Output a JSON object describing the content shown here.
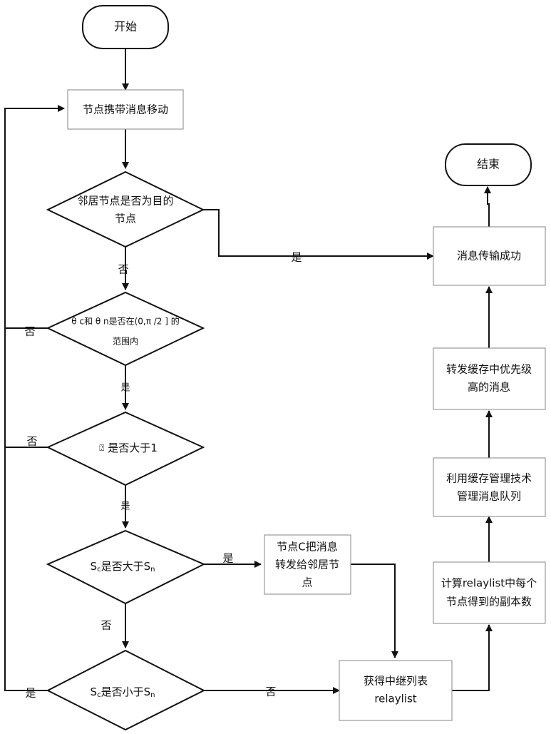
{
  "nodes": {
    "start": "开始",
    "move": "节点携带消息移动",
    "dest_l1": "邻居节点是否为目的",
    "dest_l2": "节点",
    "theta_l1": "θ c和 θ n是否在(0,π /2 ] 的",
    "theta_l2": "范围内",
    "ratio_glyph": "⍰",
    "ratio_text": " 是否大于1",
    "sc_greater": "是否大于",
    "forward_l1": "节点C把消息",
    "forward_l2": "转发给邻居节",
    "forward_l3": "点",
    "sc_less": "是否小于",
    "relay_l1": "获得中继列表",
    "relay_l2": "relaylist",
    "calc_l1": "计算relaylist中每个",
    "calc_l2": "节点得到的副本数",
    "manage_l1": "利用缓存管理技术",
    "manage_l2": "管理消息队列",
    "priority_l1": "转发缓存中优先级",
    "priority_l2": "高的消息",
    "success": "消息传输成功",
    "end": "结束",
    "s_symbol": "S",
    "sub_c": "c",
    "sub_n": "n"
  },
  "edge_labels": {
    "dest_yes": "是",
    "dest_no": "否",
    "theta_no": "否",
    "theta_yes": "是",
    "ratio_no": "否",
    "ratio_yes": "是",
    "sc_greater_yes": "是",
    "sc_greater_no": "否",
    "sc_less_no": "否",
    "sc_less_yes": "是"
  }
}
